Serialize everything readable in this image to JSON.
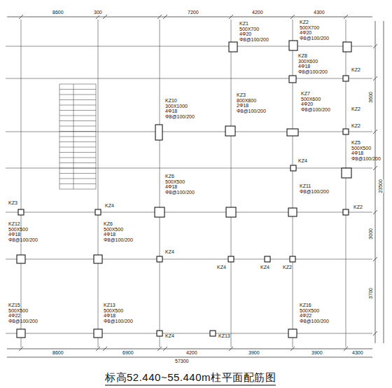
{
  "diagram": {
    "title": "标高52.440~55.440m柱平面配筋图",
    "labels": [
      "8600",
      "300",
      "7200",
      "4200",
      "4300",
      "8600",
      "6900",
      "4200",
      "3900",
      "3900",
      "4300",
      "57300",
      "3600",
      "3000",
      "3700",
      "23500",
      "KZ1 500X700 4Φ20 Φ8@100/200",
      "KZ2 500X700 4Φ20 Φ8@100/200",
      "KZ2",
      "KZ8 300X600 4Φ18 Φ8@100/200",
      "KZ2",
      "KZ10 300X1000 4Φ18 Φ8@100/200",
      "KZ3 800X800 2Φ18 Φ8@100/200",
      "KZ7 500X600 4Φ20 Φ8@100/200",
      "KZ2",
      "KZ4",
      "KZ5 500X500 4Φ18 Φ8@100/200",
      "KZ6 500X500 4Φ18 Φ8@100/200",
      "KZ11 Φ8@100/200",
      "KZ2",
      "KZ3",
      "KZ4",
      "KZ12 500X500 4Φ18 Φ8@100/200",
      "KZ6 500X500 4Φ18 Φ8@100/200",
      "KZ4",
      "KZ4",
      "KZ4",
      "KZ2",
      "KZ15 500X500 4Φ22 Φ8@100/200",
      "KZ13 500X500 4Φ18 Φ8@100/200",
      "KZ4",
      "KZ13",
      "KZ16 500X500 4Φ22 Φ8@100/200"
    ]
  }
}
